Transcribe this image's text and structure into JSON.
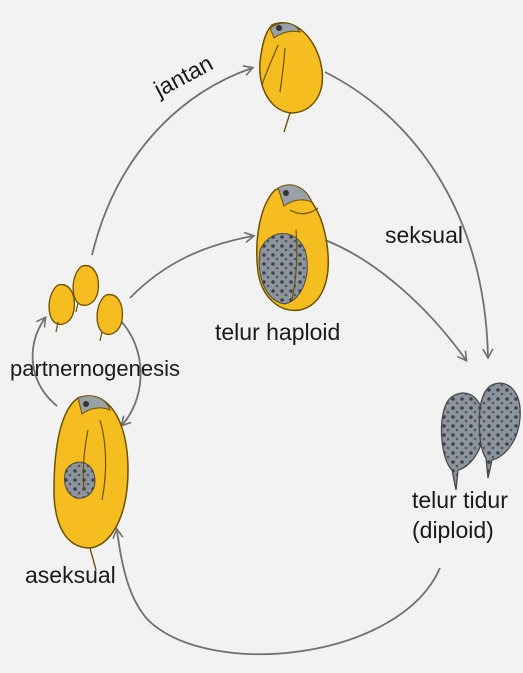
{
  "labels": {
    "jantan": "jantan",
    "seksual": "seksual",
    "partnernogenesis": "partnernogenesis",
    "telur_haploid": "telur haploid",
    "telur_tidur_line1": "telur tidur",
    "telur_tidur_line2": "(diploid)",
    "aseksual": "aseksual"
  },
  "colors": {
    "background": "#f2f2f2",
    "body_fill": "#f5bd1f",
    "body_stroke": "#6b5200",
    "egg_fill": "#8d949c",
    "egg_pattern": "#3c4250",
    "arrow": "#707070"
  }
}
